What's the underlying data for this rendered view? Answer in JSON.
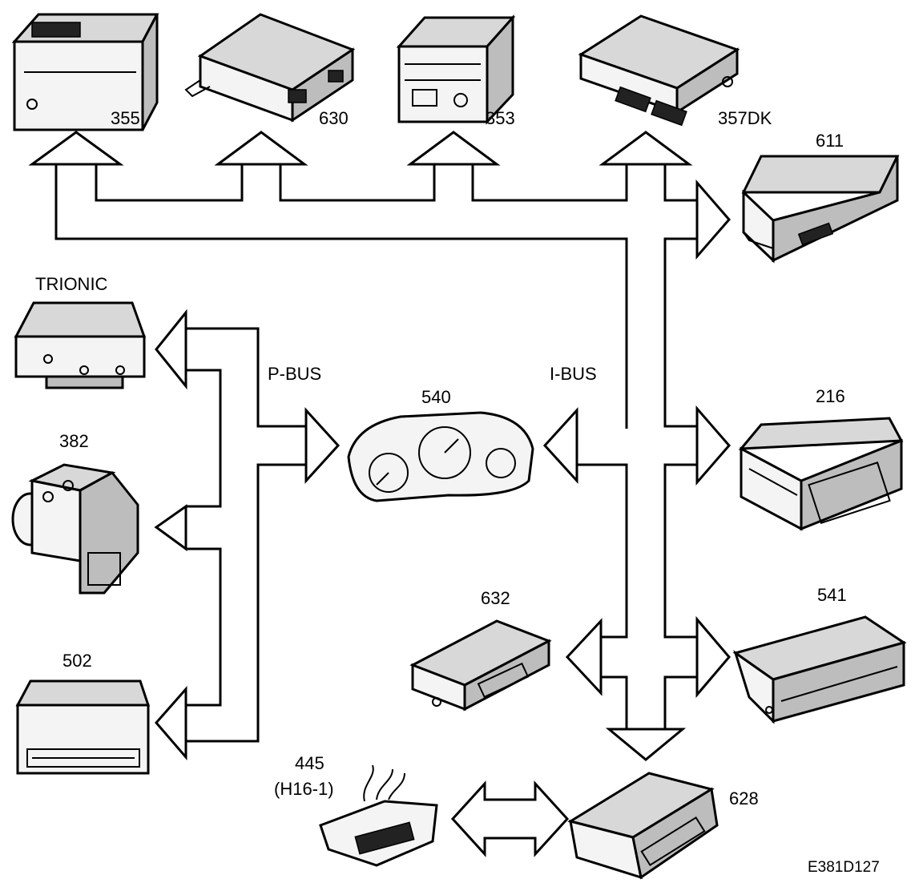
{
  "labels": {
    "u355": "355",
    "u630": "630",
    "u353": "353",
    "u357dk": "357DK",
    "u611": "611",
    "trionic": "TRIONIC",
    "u382": "382",
    "u502": "502",
    "pbus": "P-BUS",
    "ibus": "I-BUS",
    "u540": "540",
    "u216": "216",
    "u632": "632",
    "u541": "541",
    "u445": "445",
    "u445_sub": "(H16-1)",
    "u628": "628",
    "figure_code": "E381D127"
  }
}
